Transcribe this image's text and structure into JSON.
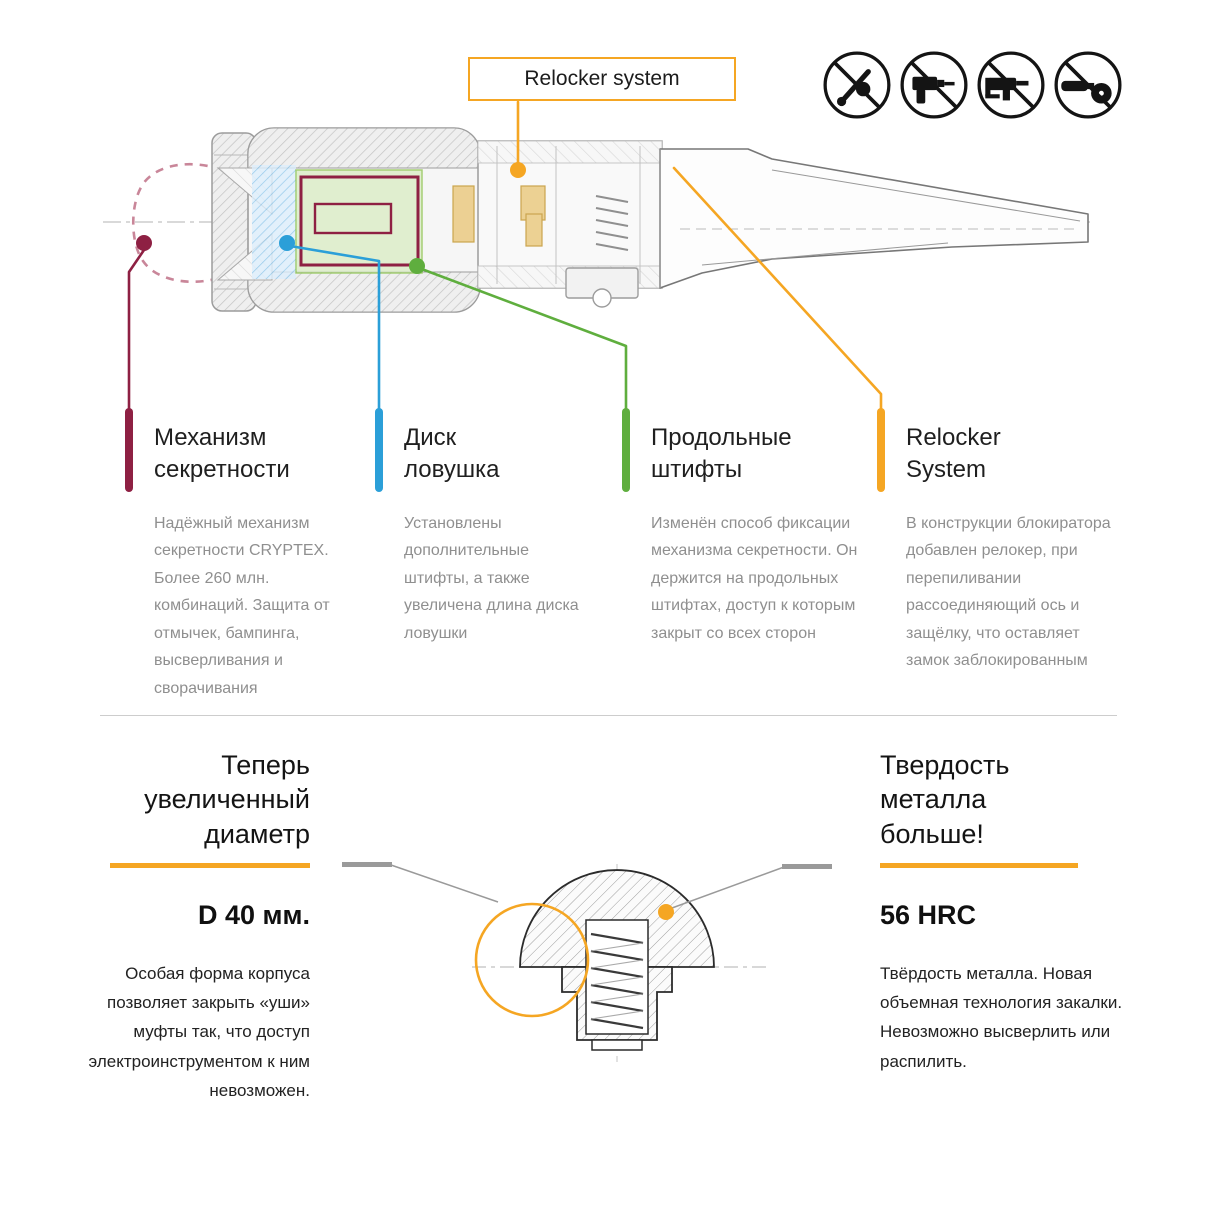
{
  "colors": {
    "yellow": "#F5A623",
    "maroon": "#8E2043",
    "blue": "#2B9FD8",
    "green": "#5FAE3E",
    "gray_body_text": "#8F8F8F",
    "dark_text": "#1A1A1A"
  },
  "diagram": {
    "relocker_label": "Relocker system",
    "prohibitions": [
      "no-hand-drill",
      "no-power-drill",
      "no-hammer-drill",
      "no-angle-grinder"
    ]
  },
  "features": [
    {
      "title_lines": [
        "Механизм",
        "секретности"
      ],
      "color": "#8E2043",
      "body": "Надёжный механизм секретности CRYPTEX. Более 260 млн. комбинаций. Защита от отмычек, бампинга, высверливания и сворачивания"
    },
    {
      "title_lines": [
        "Диск",
        "ловушка"
      ],
      "color": "#2B9FD8",
      "body": "Установлены дополнительные штифты, а также увеличена длина диска ловушки"
    },
    {
      "title_lines": [
        "Продольные",
        "штифты"
      ],
      "color": "#5FAE3E",
      "body": "Изменён способ фиксации механизма секретности. Он держится на продольных штифтах, доступ к которым закрыт со всех сторон"
    },
    {
      "title_lines": [
        "Relocker",
        "System"
      ],
      "color": "#F5A623",
      "body": "В конструкции блокиратора добавлен релокер, при перепиливании рассоединяющий ось и защёлку, что оставляет замок заблокированным"
    }
  ],
  "bottom_left": {
    "heading": "Теперь увеличенный диаметр",
    "value": "D 40 мм.",
    "body": "Особая форма корпуса позволяет закрыть «уши» муфты так, что доступ электроинструментом к ним невозможен."
  },
  "bottom_right": {
    "heading": "Твердость металла больше!",
    "value": "56 HRC",
    "body": "Твёрдость металла. Новая объемная технология закалки. Невозможно высверлить или распилить."
  }
}
